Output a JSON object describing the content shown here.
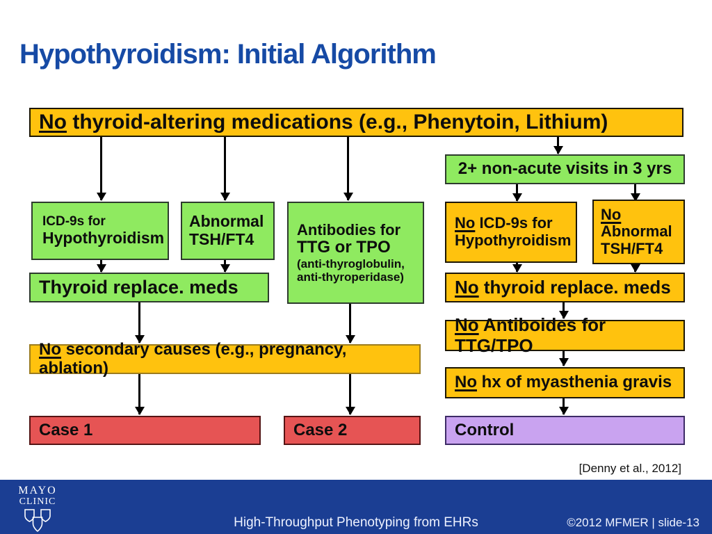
{
  "title": "Hypothyroidism: Initial Algorithm",
  "citation": "[Denny et al., 2012]",
  "colors": {
    "title_blue": "#164AA5",
    "box_orange": "#FFC20E",
    "box_green": "#8FEA60",
    "box_red": "#E65454",
    "box_purple": "#C9A3F0",
    "footer_blue": "#1B3E93"
  },
  "flow": {
    "top_box": {
      "no": "No",
      "rest": " thyroid-altering medications (e.g., Phenytoin, Lithium)"
    },
    "visits_box": "2+ non-acute visits in 3 yrs",
    "icd9_box": {
      "line1": "ICD-9s for",
      "line2": "Hypothyroidism"
    },
    "abnormal_box": {
      "line1": "Abnormal",
      "line2": "TSH/FT4"
    },
    "antibodies_box": {
      "line1": "Antibodies for",
      "line2": "TTG or TPO",
      "line3": "(anti-thyroglobulin,",
      "line4": "anti-thyroperidase)"
    },
    "thyroid_meds_box": "Thyroid replace. meds",
    "no_icd9_box": {
      "no": "No",
      "rest": " ICD-9s for",
      "line2": "Hypothyroidism"
    },
    "no_abnormal_box": {
      "no": "No",
      "line2": "Abnormal",
      "line3": "TSH/FT4"
    },
    "no_thyroid_meds_box": {
      "no": "No",
      "rest": " thyroid replace. meds"
    },
    "no_antibodies_box": {
      "no": "No",
      "rest": " Antiboides for TTG/TPO"
    },
    "no_hx_box": {
      "no": "No",
      "rest": " hx of myasthenia gravis"
    },
    "no_secondary_box": {
      "no": "No",
      "rest": " secondary causes (e.g., pregnancy, ablation)"
    },
    "case1_box": "Case 1",
    "case2_box": "Case 2",
    "control_box": "Control"
  },
  "footer": {
    "logo_line1": "MAYO",
    "logo_line2": "CLINIC",
    "center_text": "High-Throughput Phenotyping from EHRs",
    "right_text": "©2012 MFMER  |  slide-13"
  }
}
